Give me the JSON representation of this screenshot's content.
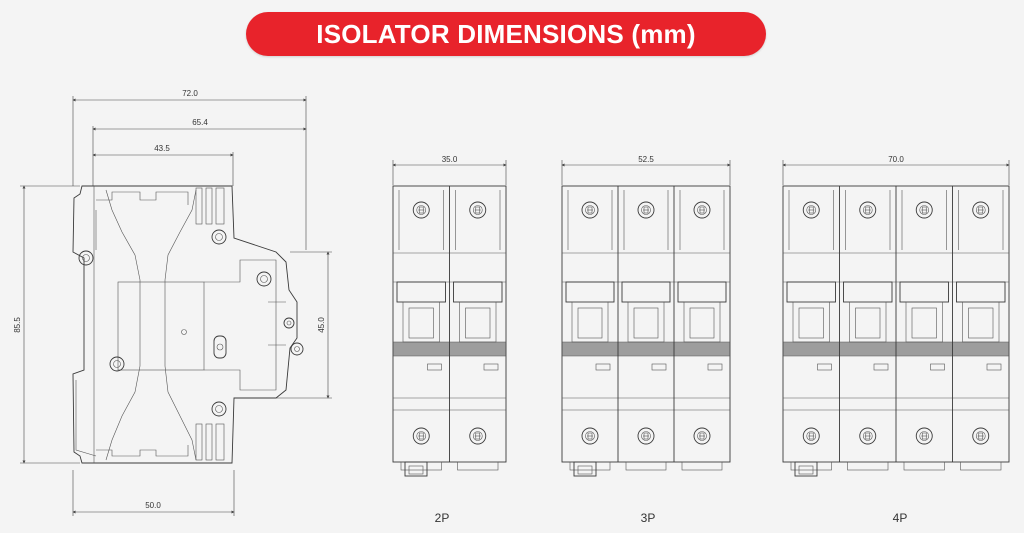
{
  "title": "ISOLATOR DIMENSIONS (mm)",
  "side_view": {
    "dims": {
      "overall_depth": "72.0",
      "mid_depth": "65.4",
      "top_depth": "43.5",
      "base_depth": "50.0",
      "height": "85.5",
      "front_height": "45.0"
    }
  },
  "front_views": [
    {
      "label": "2P",
      "width": "35.0",
      "poles": 2
    },
    {
      "label": "3P",
      "width": "52.5",
      "poles": 3
    },
    {
      "label": "4P",
      "width": "70.0",
      "poles": 4
    }
  ],
  "colors": {
    "accent": "#e8232b",
    "line": "#3a3a3a",
    "background": "#f4f4f4"
  }
}
